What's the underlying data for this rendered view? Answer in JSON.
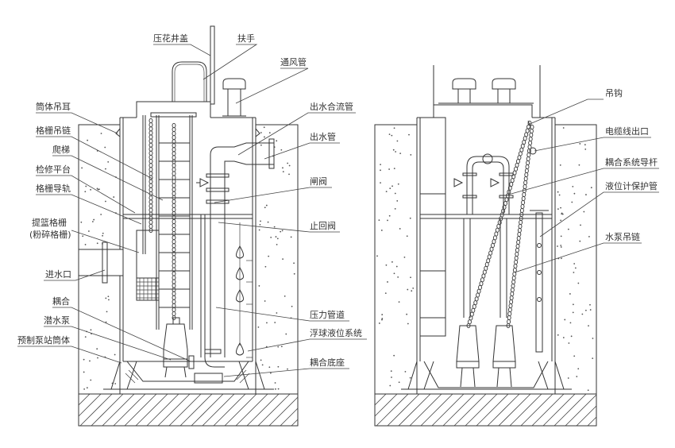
{
  "diagram": {
    "title": "一体化预制泵站结构示意图",
    "left_view": {
      "labels": [
        {
          "id": "cover",
          "text": "压花井盖"
        },
        {
          "id": "handrail",
          "text": "扶手"
        },
        {
          "id": "vent",
          "text": "通风管"
        },
        {
          "id": "lifting-lug",
          "text": "筒体吊耳"
        },
        {
          "id": "grille-chain",
          "text": "格栅吊链"
        },
        {
          "id": "ladder",
          "text": "爬梯"
        },
        {
          "id": "platform",
          "text": "检修平台"
        },
        {
          "id": "grille-rail",
          "text": "格栅导轨"
        },
        {
          "id": "basket-grille",
          "text": "提篮格栅"
        },
        {
          "id": "basket-grille-sub",
          "text": "(粉碎格栅)"
        },
        {
          "id": "inlet",
          "text": "进水口"
        },
        {
          "id": "coupling",
          "text": "耦合"
        },
        {
          "id": "sub-pump",
          "text": "潜水泵"
        },
        {
          "id": "barrel",
          "text": "预制泵站筒体"
        },
        {
          "id": "outlet-merge",
          "text": "出水合流管"
        },
        {
          "id": "outlet",
          "text": "出水管"
        },
        {
          "id": "gate-valve",
          "text": "闸阀"
        },
        {
          "id": "check-valve",
          "text": "止回阀"
        },
        {
          "id": "pressure-pipe",
          "text": "压力管道"
        },
        {
          "id": "float-system",
          "text": "浮球液位系统"
        },
        {
          "id": "coupling-base",
          "text": "耦合底座"
        }
      ]
    },
    "right_view": {
      "labels": [
        {
          "id": "hook",
          "text": "吊钩"
        },
        {
          "id": "cable-outlet",
          "text": "电缆线出口"
        },
        {
          "id": "guide-rod",
          "text": "耦合系统导杆"
        },
        {
          "id": "level-tube",
          "text": "液位计保护管"
        },
        {
          "id": "pump-chain",
          "text": "水泵吊链"
        }
      ]
    }
  }
}
